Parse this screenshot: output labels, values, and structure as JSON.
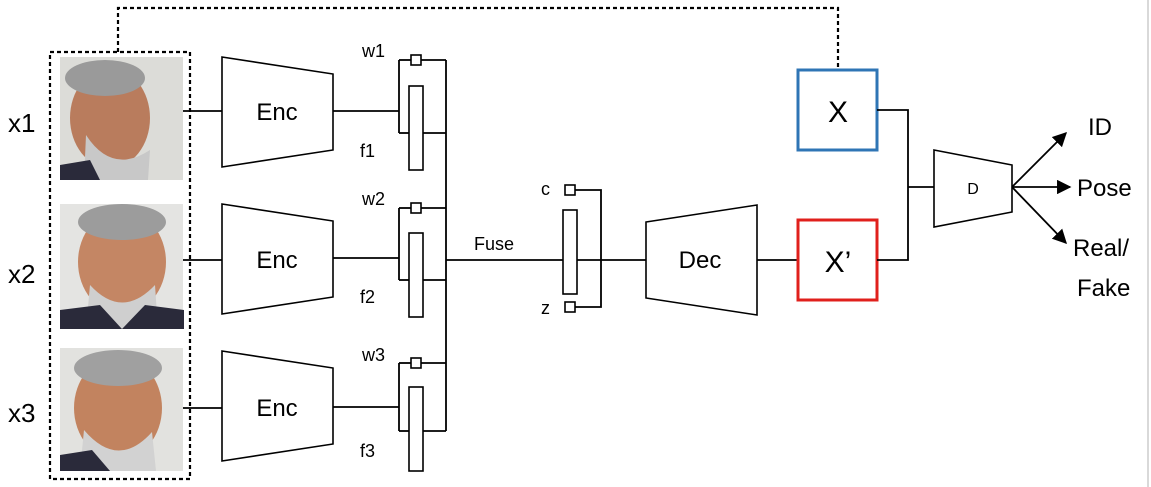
{
  "inputs": [
    {
      "label": "x1",
      "feature": "f1",
      "weight": "w1",
      "encoder": "Enc"
    },
    {
      "label": "x2",
      "feature": "f2",
      "weight": "w2",
      "encoder": "Enc"
    },
    {
      "label": "x3",
      "feature": "f3",
      "weight": "w3",
      "encoder": "Enc"
    }
  ],
  "fuse_label": "Fuse",
  "latent": {
    "c": "c",
    "z": "z"
  },
  "decoder": "Dec",
  "real_image": {
    "label": "X",
    "border_color": "#2f75b5"
  },
  "fake_image": {
    "label": "X’",
    "border_color": "#e0201c"
  },
  "discriminator": "D",
  "outputs": [
    "ID",
    "Pose",
    "Real/",
    "Fake"
  ],
  "colors": {
    "line": "#000000",
    "skin": "#c98b6a",
    "hair": "#8a8a8a",
    "suit": "#2a2a3a"
  }
}
